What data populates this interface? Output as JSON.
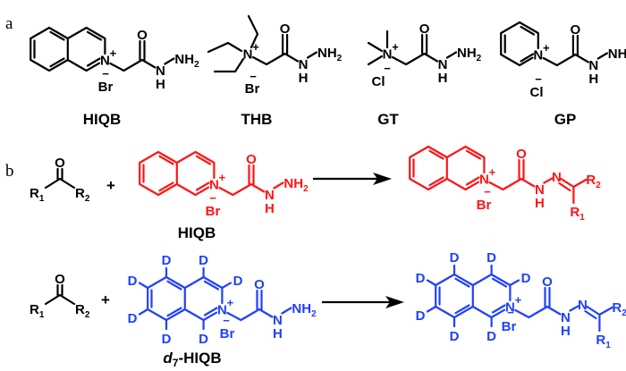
{
  "panels": {
    "a": "a",
    "b": "b"
  },
  "atoms": {
    "N": "N",
    "O": "O",
    "H": "H",
    "NH": "NH",
    "sub2": "2",
    "R": "R",
    "sub1": "1",
    "D": "D",
    "plus": "+",
    "minus": "−",
    "Br": "Br",
    "Cl": "Cl"
  },
  "compounds": {
    "hiqb": "HIQB",
    "thb": "THB",
    "gt": "GT",
    "gp": "GP",
    "d7": {
      "italic": "d",
      "sub": "7",
      "rest": "-HIQB"
    }
  },
  "reaction": {
    "plus_sign": "+"
  },
  "colors": {
    "black": "#000000",
    "red": "#ff1414",
    "blue": "#1f40ff"
  }
}
